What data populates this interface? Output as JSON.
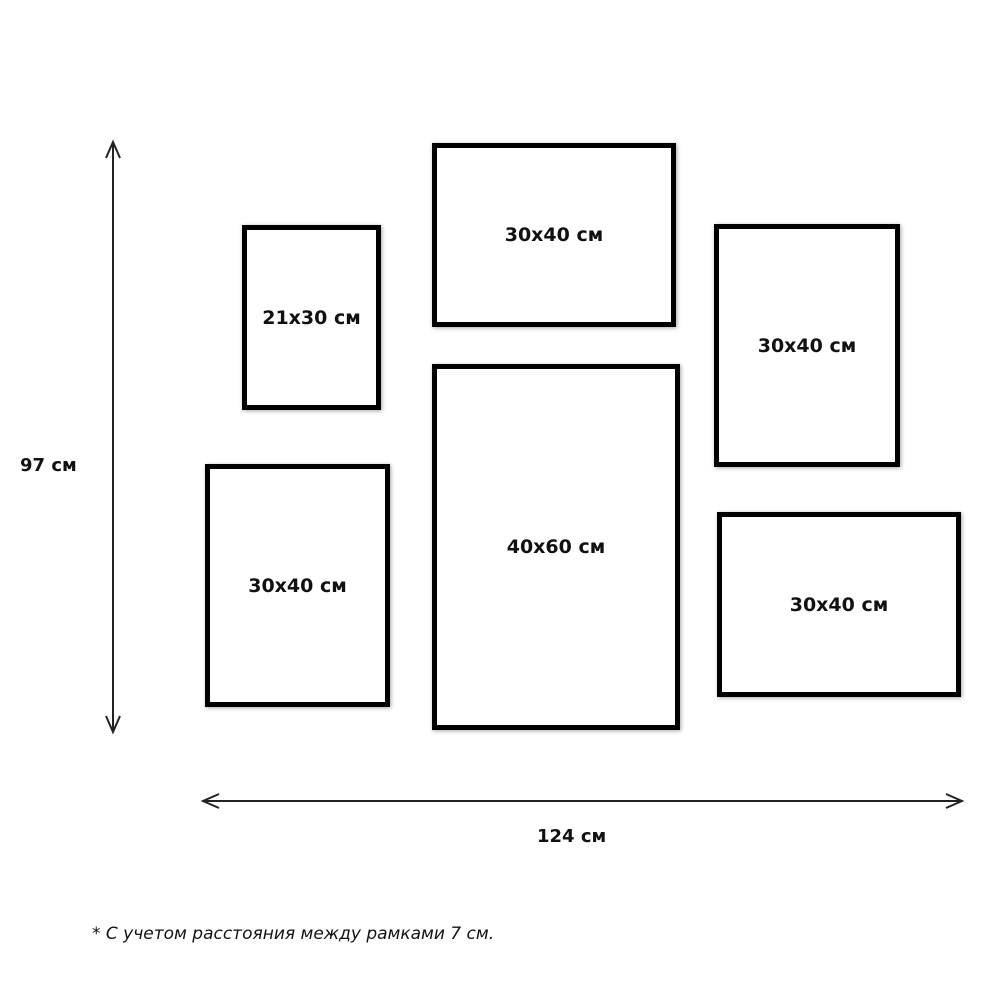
{
  "frames": [
    {
      "id": "top-left",
      "label": "21x30 см"
    },
    {
      "id": "top-center",
      "label": "30x40 см"
    },
    {
      "id": "top-right",
      "label": "30x40 см"
    },
    {
      "id": "bottom-left",
      "label": "30x40 см"
    },
    {
      "id": "center-large",
      "label": "40x60 см"
    },
    {
      "id": "bottom-right",
      "label": "30x40 см"
    }
  ],
  "dimensions": {
    "height_label": "97 см",
    "width_label": "124 см"
  },
  "footnote": "* С учетом расстояния между рамками 7 см.",
  "colors": {
    "frame_border": "#000000",
    "background": "#ffffff",
    "text": "#111111"
  }
}
